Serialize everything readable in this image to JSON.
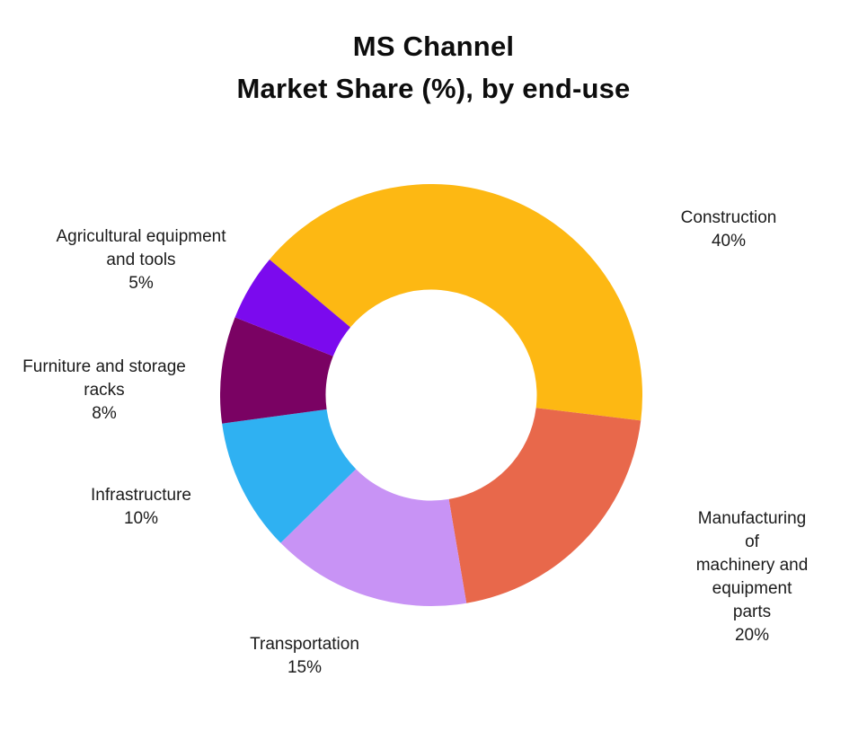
{
  "chart_data": {
    "type": "pie",
    "subtype": "donut",
    "title": "MS Channel\nMarket Share (%), by end-use",
    "unit": "%",
    "values_total": 98,
    "hole_ratio": 0.5,
    "start_angle_deg": 310,
    "direction": "clockwise",
    "legend_position": "none",
    "labels_outside": true,
    "background_color": "#ffffff",
    "slices": [
      {
        "label": "Construction",
        "value": 40,
        "color": "#FDB813",
        "callout_text": "Construction\n40%"
      },
      {
        "label": "Manufacturing of machinery and equipment parts",
        "value": 20,
        "color": "#E8684B",
        "callout_text": "Manufacturing of\nmachinery and\nequipment parts\n20%"
      },
      {
        "label": "Transportation",
        "value": 15,
        "color": "#C893F5",
        "callout_text": "Transportation\n15%"
      },
      {
        "label": "Infrastructure",
        "value": 10,
        "color": "#2FB1F2",
        "callout_text": "Infrastructure\n10%"
      },
      {
        "label": "Furniture and storage racks",
        "value": 8,
        "color": "#7A0263",
        "callout_text": "Furniture and storage\nracks\n8%"
      },
      {
        "label": "Agricultural equipment and tools",
        "value": 5,
        "color": "#7B0AEE",
        "callout_text": "Agricultural equipment\nand tools\n5%"
      }
    ]
  }
}
